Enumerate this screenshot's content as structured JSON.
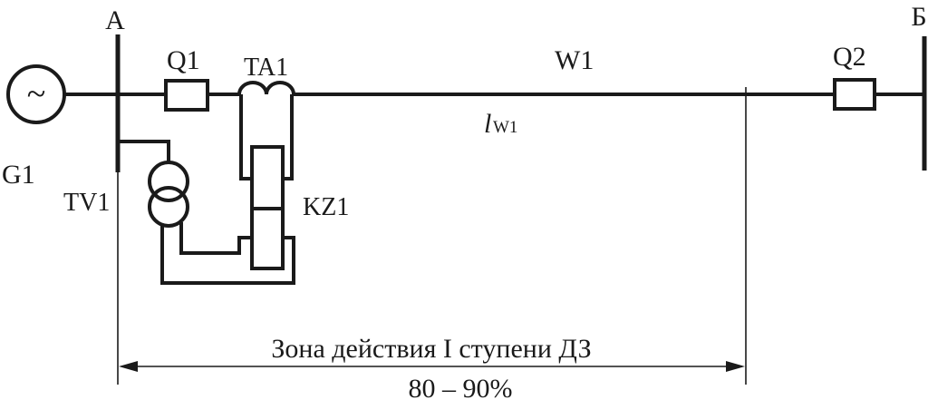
{
  "labels": {
    "bus_a": "А",
    "bus_b": "Б",
    "generator": "G1",
    "breaker_1": "Q1",
    "breaker_2": "Q2",
    "current_transformer": "TA1",
    "line": "W1",
    "line_length_main": "l",
    "line_length_sub": "W1",
    "voltage_transformer": "TV1",
    "relay": "KZ1",
    "zone_caption": "Зона действия I ступени ДЗ",
    "zone_percent": "80 – 90%"
  },
  "icons": {
    "generator_symbol": "~"
  }
}
